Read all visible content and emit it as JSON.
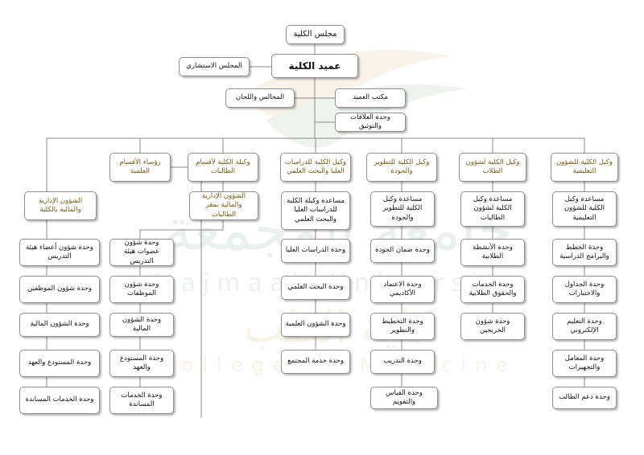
{
  "watermark": {
    "arabic_line": "جامعة المجمعة",
    "latin_line": "Majmaah University",
    "arabic_college": "كلية الطب",
    "latin_college": "College of Medicine"
  },
  "top": {
    "council": "مجلس الكلية",
    "dean": "عميد الكلية",
    "advisory": "المجلس الاستشاري",
    "committees": "المجالس واللجان",
    "dean_office": "مكتب العميد",
    "relations": "وحدة العلاقات والتوثيق"
  },
  "columns": [
    {
      "header": "وكيل الكلية للشؤون التعليمية",
      "assistant": "مساعدة وكيل الكلية للشؤون التعليمية",
      "units": [
        "وحدة الخطط والبرامج الدراسية",
        "وحدة الجداول والاختبارات",
        "وحدة التعليم الإلكتروني",
        "وحدة المعامل والتجهيزات",
        "وحدة دعم الطالب"
      ]
    },
    {
      "header": "وكيل الكلية لشؤون الطلاب",
      "assistant": "مساعدة وكيل الكلية لشؤون الطالبات",
      "units": [
        "وحدة الأنشطة الطلابية",
        "وحدة الخدمات والحقوق الطلابية",
        "وحدة شؤون الخريجين"
      ]
    },
    {
      "header": "وكيل الكلية للتطوير والجودة",
      "assistant": "مساعدة وكيل الكلية للتطوير والجودة",
      "units": [
        "وحدة ضمان الجودة",
        "وحدة الاعتماد الأكاديمي",
        "وحدة التخطيط والتطوير",
        "وحدة التدريب",
        "وحدة القياس والتقويم"
      ]
    },
    {
      "header": "وكيل الكلية للدراسات العليا والبحث العلمي",
      "assistant": "مساعدة وكيلة الكلية للدراسات العليا والبحث العلمي",
      "units": [
        "وحدة الدراسات العليا",
        "وحدة البحث العلمي",
        "وحدة الشؤون العلمية",
        "وحدة خدمة المجتمع"
      ]
    },
    {
      "header": "وكيلة الكلية لأقسام الطالبات",
      "assistant": "الشؤون الإدارية والمالية بمقر الطالبات",
      "units": []
    },
    {
      "header": "رؤساء الأقسام العلمية",
      "assistant": "",
      "units": [
        "وحدة شؤون عضوات هيئة التدريس",
        "وحدة شؤون الموظفات",
        "وحدة الشؤون المالية",
        "وحدة المستودع والعهد",
        "وحدة الخدمات المساندة"
      ]
    },
    {
      "header": "",
      "assistant": "الشؤون الإدارية والمالية بالكلية",
      "units": [
        "وحدة شؤون أعضاء هيئة التدريس",
        "وحدة شؤون الموظفين",
        "وحدة الشؤون المالية",
        "وحدة المستودع والعهد",
        "وحدة الخدمات المساندة"
      ]
    }
  ]
}
